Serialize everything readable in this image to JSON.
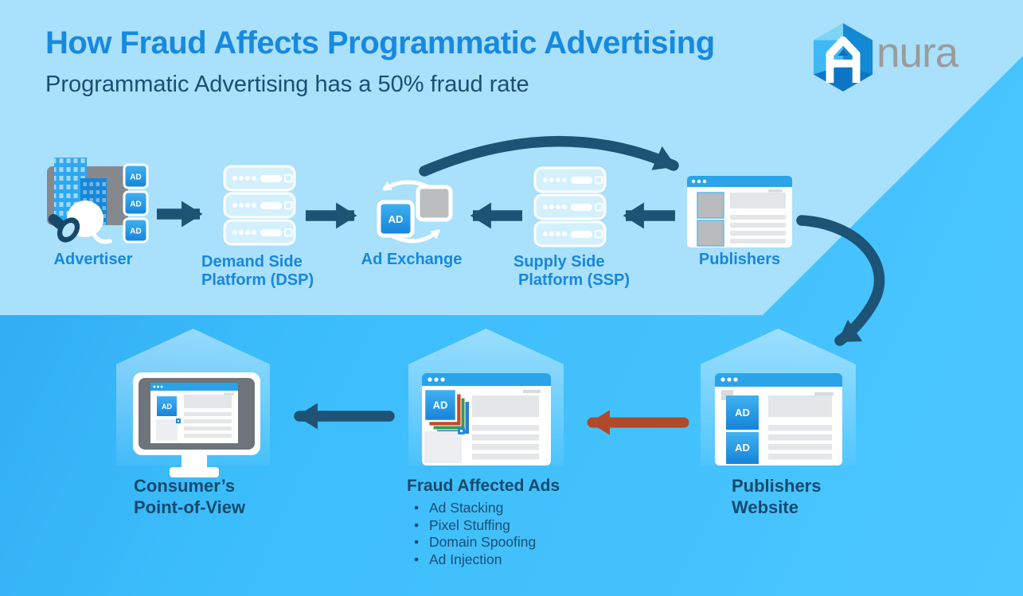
{
  "header": {
    "title": "How Fraud Affects Programmatic Advertising",
    "subtitle": "Programmatic Advertising has a 50% fraud rate",
    "brand_wordmark": "nura"
  },
  "ad_badge": "AD",
  "top_flow": {
    "advertiser_label": "Advertiser",
    "dsp_label_line1": "Demand Side",
    "dsp_label_line2": "Platform (DSP)",
    "ad_exchange_label": "Ad Exchange",
    "ssp_label_line1": "Supply Side",
    "ssp_label_line2": "Platform (SSP)",
    "publishers_label": "Publishers"
  },
  "bottom_flow": {
    "consumer_label_line1": "Consumer’s",
    "consumer_label_line2": "Point-of-View",
    "fraud_label": "Fraud Affected Ads",
    "fraud_bullets": [
      "Ad Stacking",
      "Pixel Stuffing",
      "Domain Spoofing",
      "Ad Injection"
    ],
    "publishers_website_label_line1": "Publishers",
    "publishers_website_label_line2": "Website"
  },
  "colors": {
    "title_blue": "#1789df",
    "navy_text": "#1b4e72",
    "top_label_blue": "#1787dd",
    "arrow_navy": "#1d5375",
    "arrow_red": "#b04a28",
    "band_light": "#a9e0fb",
    "bg_bright": "#3fc0fd",
    "browser_header_blue": "#2aa3e9"
  }
}
